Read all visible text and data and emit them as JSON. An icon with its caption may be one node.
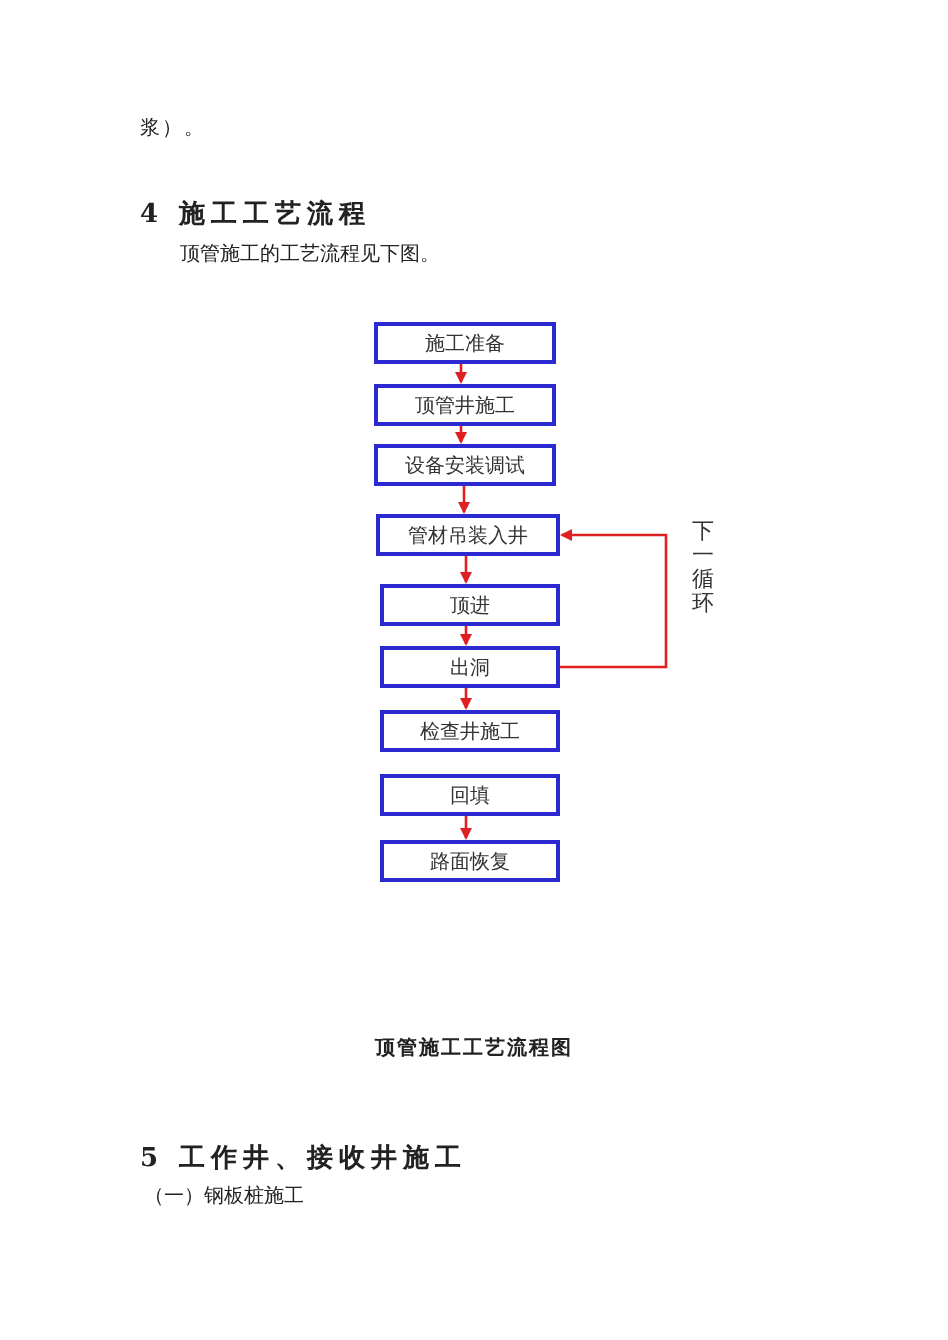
{
  "diagram": {
    "caption": "顶管施工工艺流程图",
    "nodes": [
      {
        "text": [
          "施工准备"
        ]
      },
      {
        "text": [
          "顶管井施工"
        ]
      },
      {
        "text": [
          "设备安装调试"
        ]
      },
      {
        "text": [
          "管材吊装入井"
        ]
      },
      {
        "text": [
          "顶进"
        ]
      },
      {
        "text": [
          "出洞"
        ]
      },
      {
        "text": [
          "检查井施工"
        ]
      },
      {
        "text": [
          "回填"
        ]
      },
      {
        "text": [
          "路面恢复"
        ]
      }
    ],
    "edges": [
      {
        "from": 0,
        "to": 1,
        "arrow": "to"
      },
      {
        "from": 1,
        "to": 2,
        "arrow": "to"
      },
      {
        "from": 2,
        "to": 3,
        "arrow": "to"
      },
      {
        "from": 3,
        "to": 4,
        "arrow": "to"
      },
      {
        "from": 4,
        "to": 5,
        "arrow": "to"
      },
      {
        "from": 5,
        "to": 6,
        "arrow": "to"
      },
      {
        "from": 7,
        "to": 8,
        "arrow": "to"
      },
      {
        "from": 5,
        "to": 3,
        "arrow": "to",
        "label": "下一循环"
      }
    ],
    "labels": [
      "浆）。",
      "4 施工工艺流程",
      "顶管施工的工艺流程见下图。",
      "5 工作井、接收井施工",
      "（一）钢板桩施工"
    ]
  }
}
